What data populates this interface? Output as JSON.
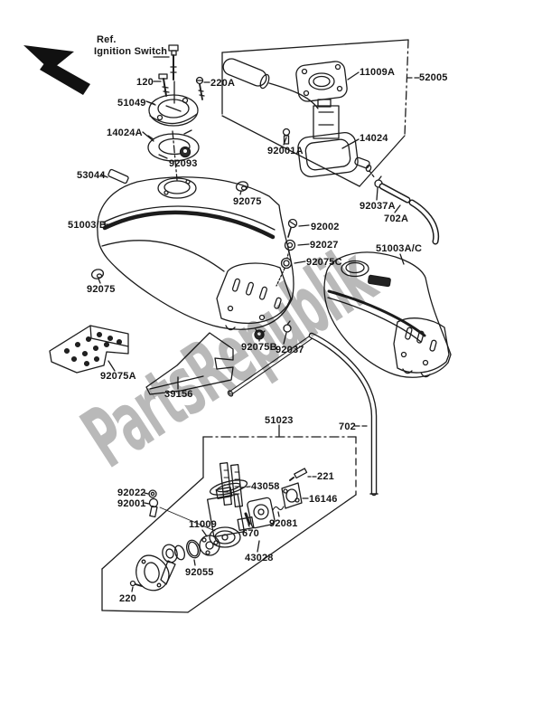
{
  "figure": {
    "type": "motorcycle-parts-diagram",
    "subject": "fuel-tank-assembly",
    "background": "#ffffff",
    "line_color": "#1c1c1c"
  },
  "watermark": {
    "text": "PartsRepublik",
    "color": "#808080"
  },
  "labels": [
    {
      "text": "Ref."
    },
    {
      "text": "Ignition Switch"
    },
    {
      "text": "120"
    },
    {
      "text": "220A"
    },
    {
      "text": "51049"
    },
    {
      "text": "14024A"
    },
    {
      "text": "92093"
    },
    {
      "text": "53044"
    },
    {
      "text": "11009A"
    },
    {
      "text": "52005"
    },
    {
      "text": "92001A"
    },
    {
      "text": "14024"
    },
    {
      "text": "92037A"
    },
    {
      "text": "702A"
    },
    {
      "text": "92075"
    },
    {
      "text": "51003/B"
    },
    {
      "text": "92002"
    },
    {
      "text": "92027"
    },
    {
      "text": "92075C"
    },
    {
      "text": "51003A/C"
    },
    {
      "text": "92075"
    },
    {
      "text": "92075A"
    },
    {
      "text": "39156"
    },
    {
      "text": "92075B"
    },
    {
      "text": "92037"
    },
    {
      "text": "702"
    },
    {
      "text": "51023"
    },
    {
      "text": "92022"
    },
    {
      "text": "92001"
    },
    {
      "text": "221"
    },
    {
      "text": "43058"
    },
    {
      "text": "16146"
    },
    {
      "text": "92081"
    },
    {
      "text": "670"
    },
    {
      "text": "43028"
    },
    {
      "text": "11009"
    },
    {
      "text": "92055"
    },
    {
      "text": "220"
    }
  ]
}
